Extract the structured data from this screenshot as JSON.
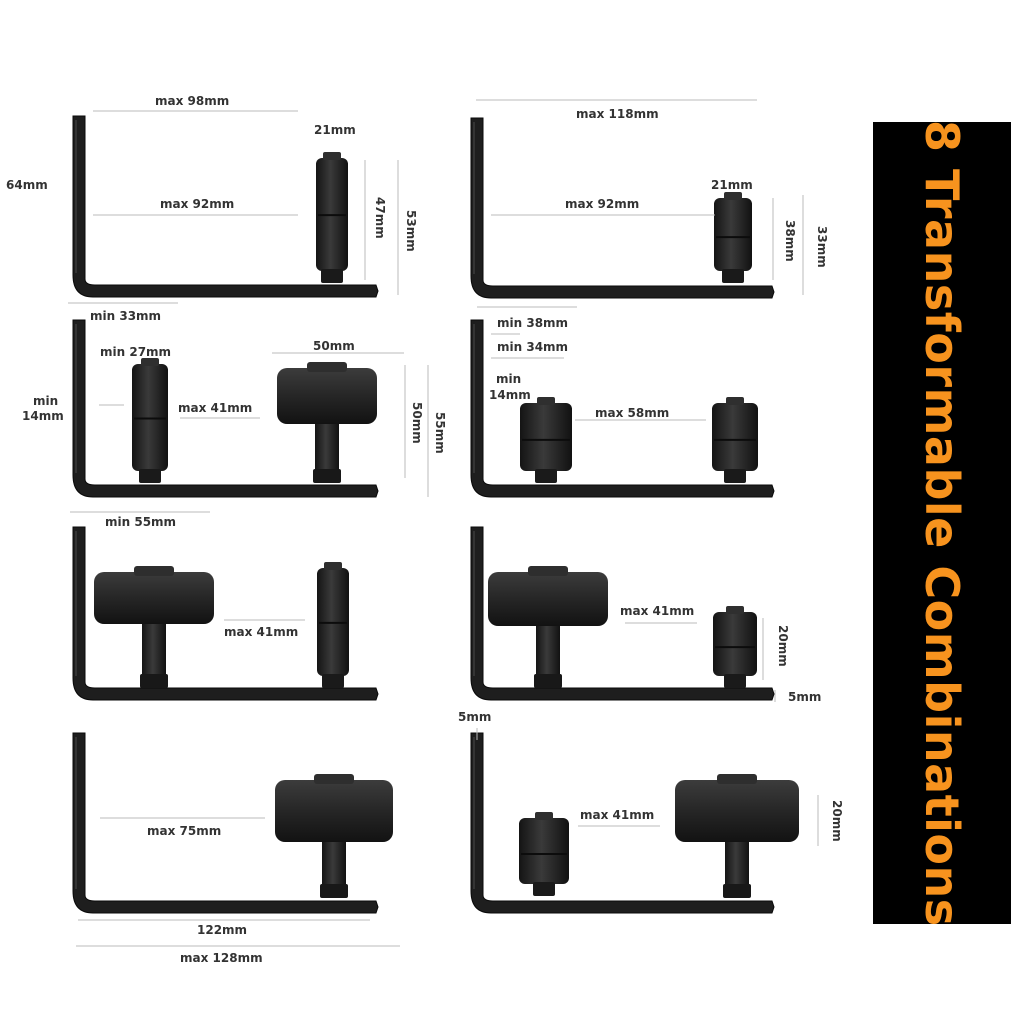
{
  "banner": {
    "text": "8 Transformable Combinations",
    "text_color": "#f7931e",
    "background": "#000000"
  },
  "combos": [
    {
      "labels": [
        "max 98mm",
        "21mm",
        "max 92mm",
        "64mm",
        "47mm",
        "53mm",
        "min 33mm"
      ]
    },
    {
      "labels": [
        "max 118mm",
        "21mm",
        "max 92mm",
        "38mm",
        "33mm"
      ]
    },
    {
      "labels": [
        "min 27mm",
        "50mm",
        "min",
        "14mm",
        "max 41mm",
        "50mm",
        "55mm"
      ]
    },
    {
      "labels": [
        "min 38mm",
        "min 34mm",
        "min",
        "14mm",
        "max 58mm"
      ]
    },
    {
      "labels": [
        "min 55mm",
        "max 41mm"
      ]
    },
    {
      "labels": [
        "max 41mm",
        "20mm",
        "5mm"
      ]
    },
    {
      "labels": [
        "max 75mm",
        "122mm",
        "max 128mm"
      ]
    },
    {
      "labels": [
        "5mm",
        "max 41mm",
        "20mm"
      ]
    }
  ],
  "colors": {
    "bracket": "#1e1e1e",
    "roller": "#2a2a2a",
    "label": "#333333",
    "dimension_line": "#bbbbbb"
  }
}
